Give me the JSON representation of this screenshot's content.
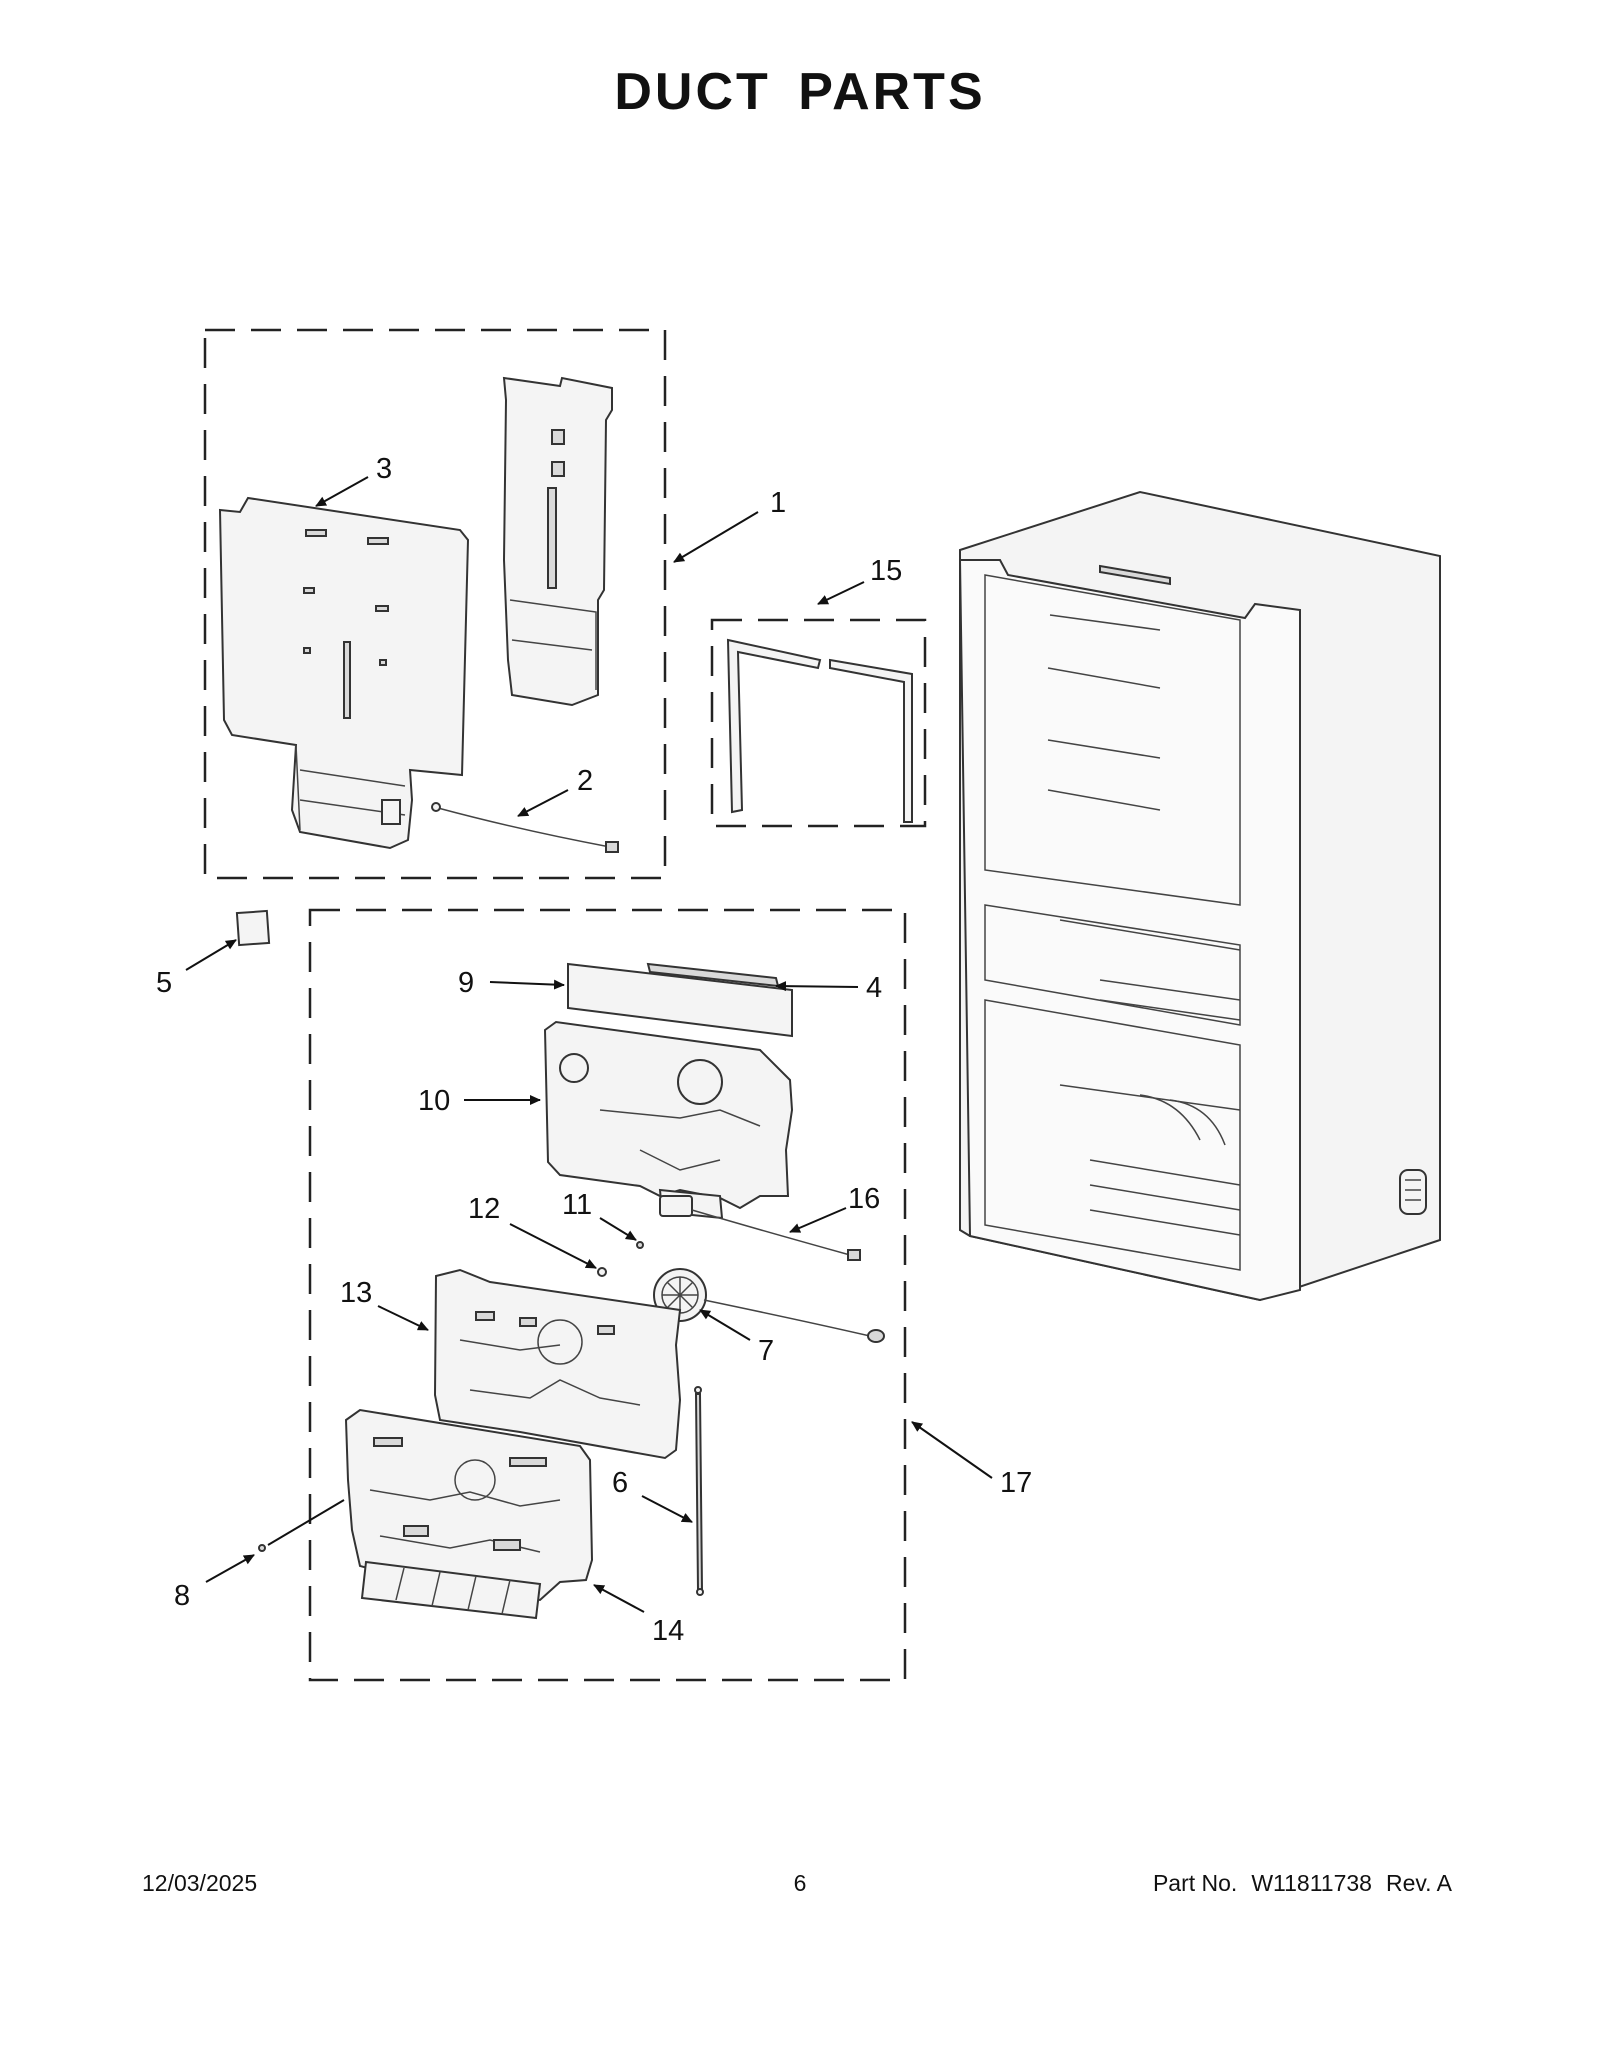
{
  "page": {
    "title": "DUCT PARTS",
    "footer": {
      "date": "12/03/2025",
      "page_number": "6",
      "part_label": "Part No.",
      "part_number": "W11811738",
      "revision": "Rev.  A"
    }
  },
  "callouts": [
    "1",
    "2",
    "3",
    "4",
    "5",
    "6",
    "7",
    "8",
    "9",
    "10",
    "11",
    "12",
    "13",
    "14",
    "15",
    "16",
    "17"
  ]
}
